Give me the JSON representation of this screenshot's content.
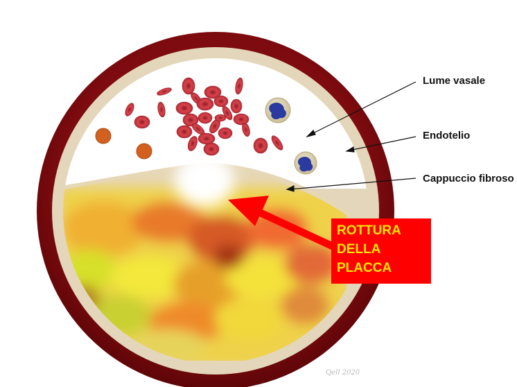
{
  "diagram": {
    "labels": {
      "lumen": "Lume vasale",
      "endothelium": "Endotelio",
      "fibrous_cap": "Cappuccio fibroso"
    },
    "callout": {
      "line1": "ROTTURA",
      "line2": "DELLA",
      "line3": "PLACCA"
    },
    "signature": "Qell 2020",
    "colors": {
      "vessel_wall": "#7a0a0d",
      "endothelium": "#e4d6ba",
      "lumen": "#ffffff",
      "red_blood_cell": "#c8323c",
      "leukocyte_nucleus": "#2a3aa0",
      "platelet": "#d2601e",
      "lipid_core": "#f2d21e",
      "callout_box": "#ff0000",
      "callout_text": "#ffe600",
      "arrow": "#ff0000"
    }
  }
}
